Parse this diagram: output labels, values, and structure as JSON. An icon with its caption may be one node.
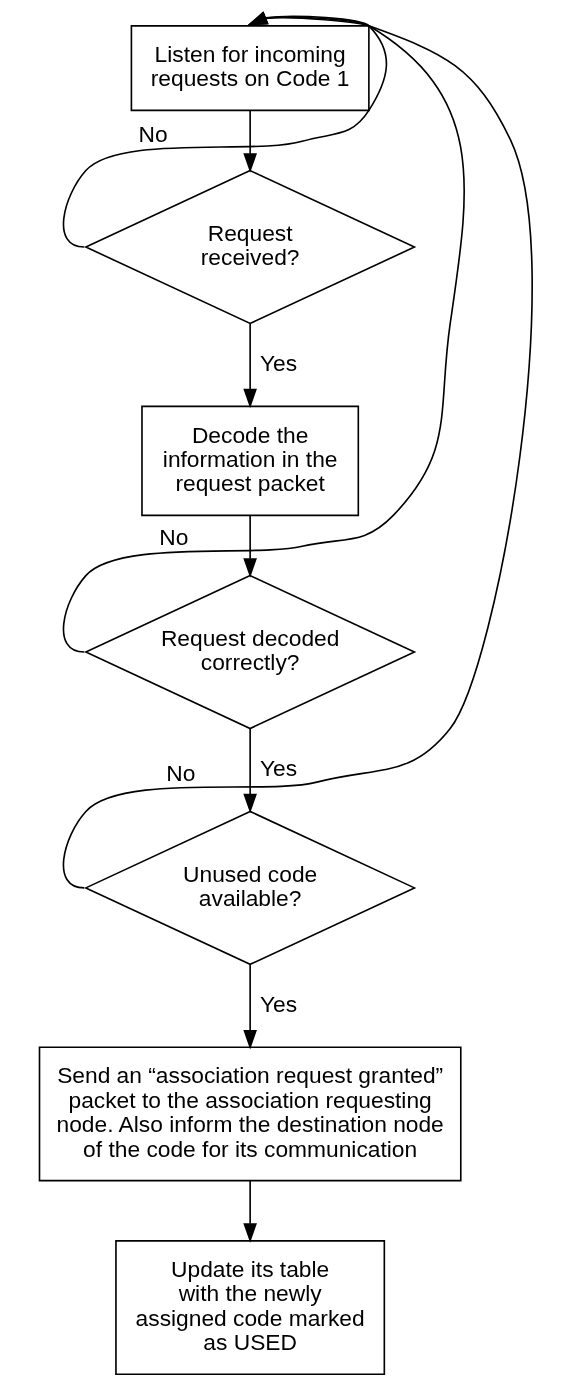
{
  "diagram": {
    "nodes": [
      {
        "text": [
          "Listen for incoming requests on Code 1"
        ]
      },
      {
        "text": [
          "Request received?"
        ]
      },
      {
        "text": [
          "Decode the information in the request packet"
        ]
      },
      {
        "text": [
          "Request decoded correctly?"
        ]
      },
      {
        "text": [
          "Unused code available?"
        ]
      },
      {
        "text": [
          "Send an “association request granted” packet to the association requesting node. Also inform the destination node of the code for its communication"
        ]
      },
      {
        "text": [
          "Update its table with the newly assigned code marked as USED"
        ]
      }
    ],
    "edges": [
      {
        "from": 0,
        "to": 1,
        "arrow": "to"
      },
      {
        "from": 1,
        "to": 0,
        "arrow": "to",
        "label": "No"
      },
      {
        "from": 1,
        "to": 2,
        "arrow": "to",
        "label": "Yes"
      },
      {
        "from": 2,
        "to": 3,
        "arrow": "to"
      },
      {
        "from": 3,
        "to": 0,
        "arrow": "to",
        "label": "No"
      },
      {
        "from": 3,
        "to": 4,
        "arrow": "to",
        "label": "Yes"
      },
      {
        "from": 4,
        "to": 0,
        "arrow": "to",
        "label": "No"
      },
      {
        "from": 4,
        "to": 5,
        "arrow": "to",
        "label": "Yes"
      },
      {
        "from": 5,
        "to": 6,
        "arrow": "to"
      }
    ]
  }
}
